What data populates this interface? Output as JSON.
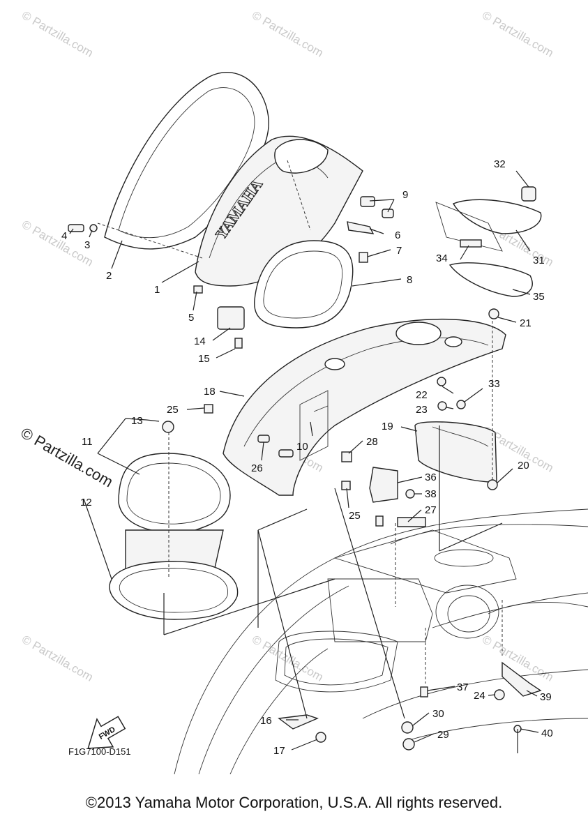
{
  "diagram": {
    "drawing_code": "F1G7100-D151",
    "fwd_label": "FWD",
    "logo_text": "YAMAHA",
    "watermark_text": "© Partzilla.com",
    "callouts": [
      {
        "id": "c1",
        "label": "1"
      },
      {
        "id": "c2",
        "label": "2"
      },
      {
        "id": "c3",
        "label": "3"
      },
      {
        "id": "c4",
        "label": "4"
      },
      {
        "id": "c5",
        "label": "5"
      },
      {
        "id": "c6",
        "label": "6"
      },
      {
        "id": "c7",
        "label": "7"
      },
      {
        "id": "c8",
        "label": "8"
      },
      {
        "id": "c9",
        "label": "9"
      },
      {
        "id": "c10",
        "label": "10"
      },
      {
        "id": "c11",
        "label": "11"
      },
      {
        "id": "c12",
        "label": "12"
      },
      {
        "id": "c13",
        "label": "13"
      },
      {
        "id": "c14",
        "label": "14"
      },
      {
        "id": "c15",
        "label": "15"
      },
      {
        "id": "c16",
        "label": "16"
      },
      {
        "id": "c17",
        "label": "17"
      },
      {
        "id": "c18",
        "label": "18"
      },
      {
        "id": "c19",
        "label": "19"
      },
      {
        "id": "c20",
        "label": "20"
      },
      {
        "id": "c21",
        "label": "21"
      },
      {
        "id": "c22",
        "label": "22"
      },
      {
        "id": "c23",
        "label": "23"
      },
      {
        "id": "c24",
        "label": "24"
      },
      {
        "id": "c25a",
        "label": "25"
      },
      {
        "id": "c25b",
        "label": "25"
      },
      {
        "id": "c26",
        "label": "26"
      },
      {
        "id": "c27",
        "label": "27"
      },
      {
        "id": "c28",
        "label": "28"
      },
      {
        "id": "c29",
        "label": "29"
      },
      {
        "id": "c30",
        "label": "30"
      },
      {
        "id": "c31",
        "label": "31"
      },
      {
        "id": "c32",
        "label": "32"
      },
      {
        "id": "c33",
        "label": "33"
      },
      {
        "id": "c34",
        "label": "34"
      },
      {
        "id": "c35",
        "label": "35"
      },
      {
        "id": "c36",
        "label": "36"
      },
      {
        "id": "c37",
        "label": "37"
      },
      {
        "id": "c38",
        "label": "38"
      },
      {
        "id": "c39",
        "label": "39"
      },
      {
        "id": "c40",
        "label": "40"
      }
    ]
  },
  "footer": {
    "copyright": "©2013 Yamaha Motor Corporation, U.S.A. All rights reserved."
  }
}
